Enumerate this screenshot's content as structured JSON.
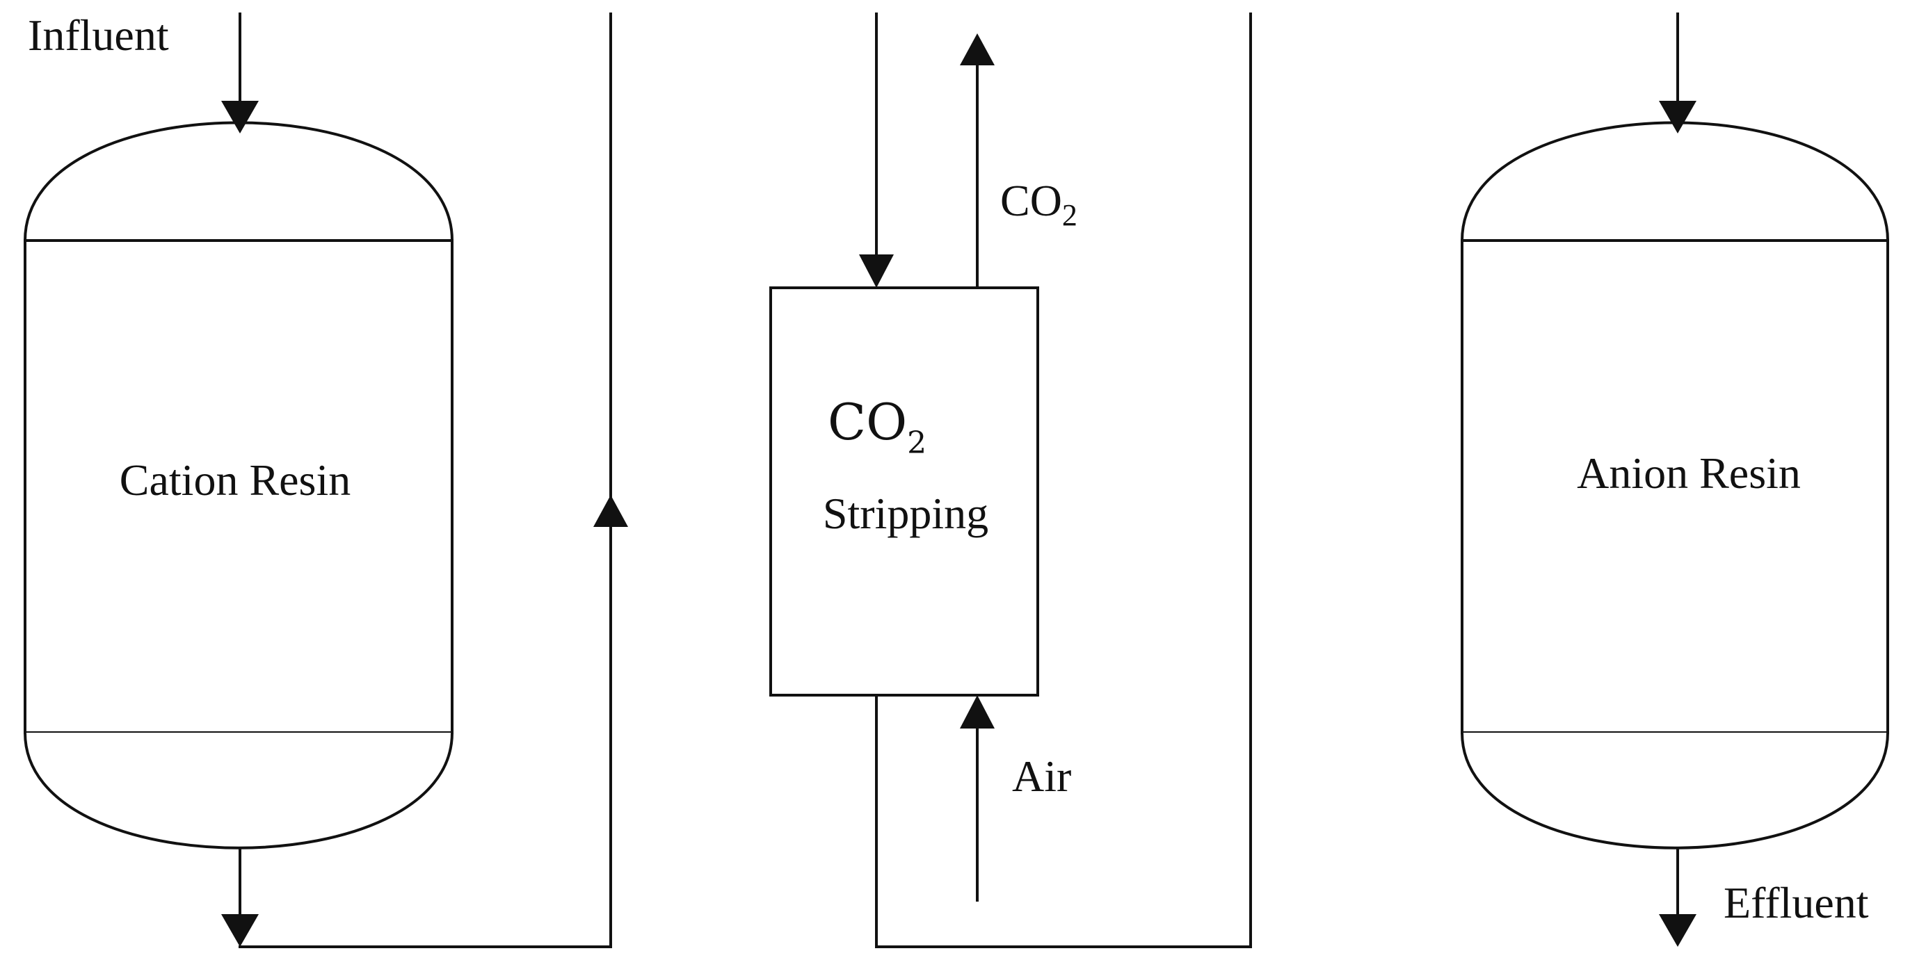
{
  "labels": {
    "influent": "Influent",
    "cation_resin": "Cation Resin",
    "co2_out": {
      "main": "CO",
      "sub": "2"
    },
    "co2_stripper": {
      "main": "CO",
      "sub": "2"
    },
    "stripping": "Stripping",
    "air": "Air",
    "anion_resin": "Anion Resin",
    "effluent": "Effluent"
  },
  "colors": {
    "line": "#111111",
    "background": "#ffffff"
  }
}
